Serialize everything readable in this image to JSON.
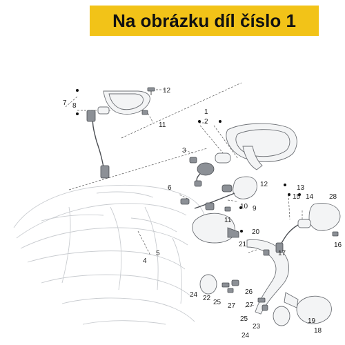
{
  "banner": {
    "text": "Na obrázku díl číslo 1",
    "bg_color": "#f2c318",
    "text_color": "#111111"
  },
  "callouts": {
    "n1": "1",
    "n2": "2",
    "n3": "3",
    "n4": "4",
    "n5": "5",
    "n6": "6",
    "n7": "7",
    "n8": "8",
    "n9": "9",
    "n10": "10",
    "n11a": "11",
    "n11b": "11",
    "n12a": "12",
    "n12b": "12",
    "n13": "13",
    "n14": "14",
    "n15": "15",
    "n16": "16",
    "n17": "17",
    "n18": "18",
    "n19": "19",
    "n20": "20",
    "n21": "21",
    "n22": "22",
    "n23": "23",
    "n24a": "24",
    "n24b": "24",
    "n25a": "25",
    "n25b": "25",
    "n26": "26",
    "n27a": "27",
    "n27b": "27",
    "n28": "28"
  }
}
